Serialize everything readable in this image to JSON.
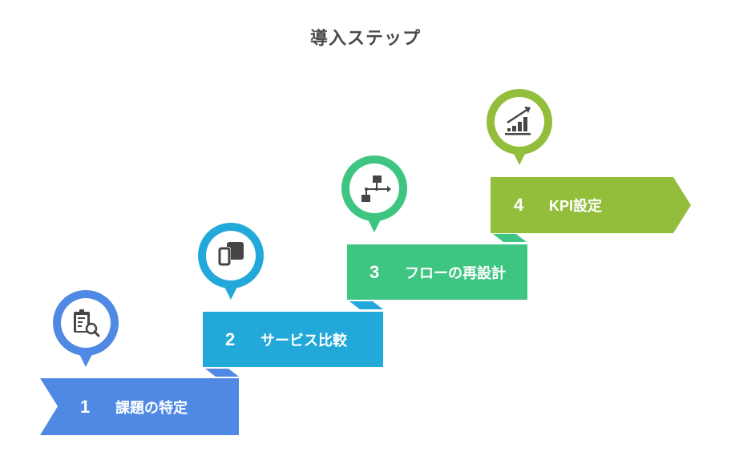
{
  "title": "導入ステップ",
  "colors": {
    "step1": "#4f89e3",
    "step2": "#22a9d9",
    "step3": "#3fc582",
    "step4": "#92be3c",
    "icon": "#454545",
    "title": "#4a4a4a"
  },
  "steps": [
    {
      "number": "1",
      "label": "課題の特定",
      "icon": "clipboard-search-icon"
    },
    {
      "number": "2",
      "label": "サービス比較",
      "icon": "devices-compare-icon"
    },
    {
      "number": "3",
      "label": "フローの再設計",
      "icon": "flowchart-icon"
    },
    {
      "number": "4",
      "label": "KPI設定",
      "icon": "growth-chart-icon"
    }
  ]
}
